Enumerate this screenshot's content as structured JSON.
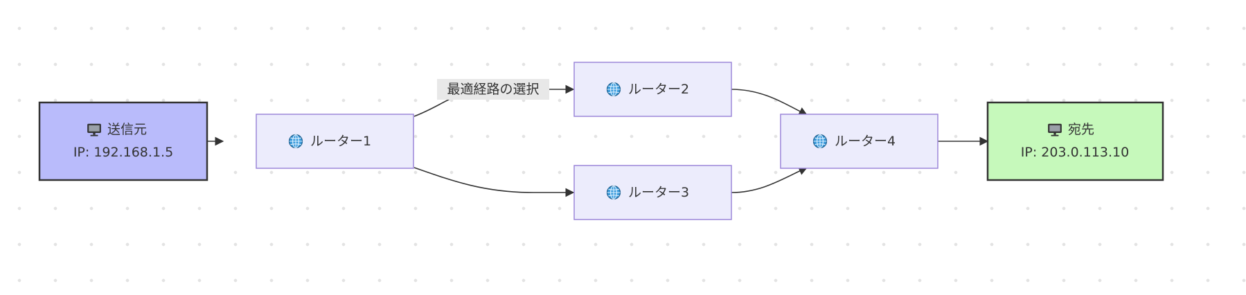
{
  "nodes": {
    "source": {
      "icon": "computer-icon",
      "title": "送信元",
      "subtitle": "IP: 192.168.1.5",
      "fill": "#b9bbfb",
      "stroke": "#333333"
    },
    "router1": {
      "icon": "globe-icon",
      "title": "ルーター1",
      "fill": "#ececfc",
      "stroke": "#9c86d9"
    },
    "router2": {
      "icon": "globe-icon",
      "title": "ルーター2",
      "fill": "#ececfc",
      "stroke": "#9c86d9"
    },
    "router3": {
      "icon": "globe-icon",
      "title": "ルーター3",
      "fill": "#ececfc",
      "stroke": "#9c86d9"
    },
    "router4": {
      "icon": "globe-icon",
      "title": "ルーター4",
      "fill": "#ececfc",
      "stroke": "#9c86d9"
    },
    "destination": {
      "icon": "computer-icon",
      "title": "宛先",
      "subtitle": "IP: 203.0.113.10",
      "fill": "#c6f9bb",
      "stroke": "#333333"
    }
  },
  "edges": {
    "router1_router2": {
      "label": "最適経路の選択"
    }
  },
  "colors": {
    "edge": "#333333",
    "edge_label_bg": "#e8e8e8",
    "globe_icon": "#3a9bdc"
  }
}
